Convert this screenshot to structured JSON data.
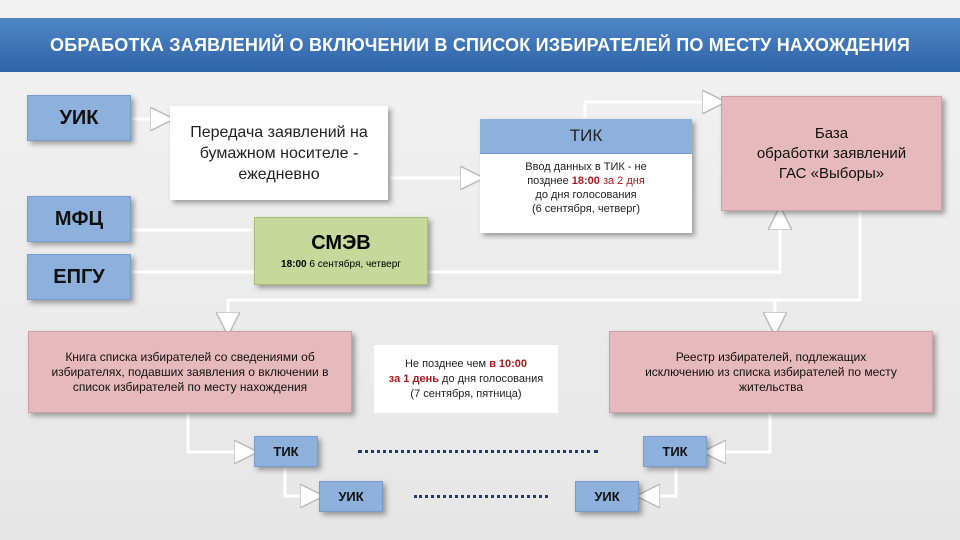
{
  "title": "ОБРАБОТКА ЗАЯВЛЕНИЙ О ВКЛЮЧЕНИИ В СПИСОК ИЗБИРАТЕЛЕЙ ПО МЕСТУ НАХОЖДЕНИЯ",
  "left": {
    "uik": "УИК",
    "mfc": "МФЦ",
    "epgu": "ЕПГУ"
  },
  "paper": {
    "text": "Передача заявлений на бумажном носителе - ежедневно"
  },
  "tik_top": {
    "header": "ТИК",
    "line1": "Ввод данных в ТИК - не",
    "line2_pre": "позднее ",
    "line2_time": "18:00",
    "line2_red": " за 2 дня",
    "line3": "до дня голосования",
    "line4": "(6 сентября, четверг)"
  },
  "base": {
    "line1": "База",
    "line2": "обработки заявлений",
    "line3": "ГАС «Выборы»"
  },
  "smev": {
    "title": "СМЭВ",
    "time": "18:00",
    "date": " 6 сентября, четверг"
  },
  "book": {
    "text": "Книга списка избирателей со сведениями об избирателях, подавших заявления о включении в список избирателей по месту нахождения"
  },
  "deadline": {
    "pre": "Не позднее чем ",
    "time": "в 10:00",
    "red2": "за 1 день",
    "post": " до дня голосования",
    "date": "(7 сентября, пятница)"
  },
  "registry": {
    "text": "Реестр избирателей, подлежащих исключению из списка избирателей по месту жительства"
  },
  "bottom": {
    "tik_left": "ТИК",
    "uik_left": "УИК",
    "tik_right": "ТИК",
    "uik_right": "УИК"
  },
  "colors": {
    "title_bar": "#3a70b4",
    "blue_box": "#8eb0dd",
    "pink_box": "#e6b9bc",
    "green_box": "#c6d89a",
    "highlight": "#b0171c"
  }
}
